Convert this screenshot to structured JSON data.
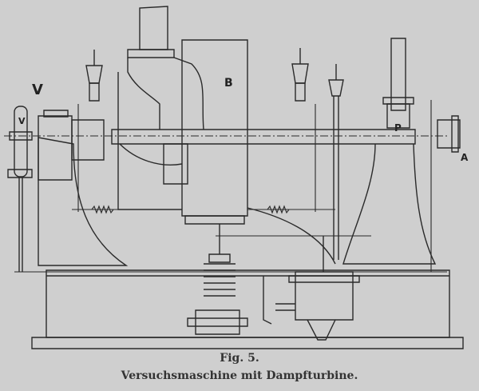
{
  "figure": {
    "number": "Fig. 5.",
    "caption": "Versuchsmaschine mit Dampfturbine.",
    "labels": {
      "flywheel": "V",
      "flywheel_small": "V",
      "casing": "B",
      "bearing": "P",
      "outlet": "A"
    }
  },
  "colors": {
    "paper": "#cfcfcf",
    "ink": "#2a2a2a"
  }
}
